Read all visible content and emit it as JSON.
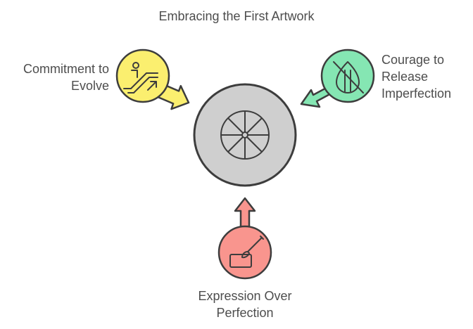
{
  "diagram": {
    "title": "Embracing the First Artwork",
    "center": {
      "icon": "wheel-icon",
      "color": "#cfcfcf"
    },
    "nodes": [
      {
        "id": "commitment",
        "lines": [
          "Commitment to",
          "Evolve"
        ],
        "icon": "escalator-icon",
        "color": "#fbef6f"
      },
      {
        "id": "courage",
        "lines": [
          "Courage to",
          "Release",
          "Imperfection"
        ],
        "icon": "leaf-crossed-icon",
        "color": "#85e6b3"
      },
      {
        "id": "expression",
        "lines": [
          "Expression Over",
          "Perfection"
        ],
        "icon": "paintbrush-icon",
        "color": "#f9958e"
      }
    ]
  }
}
